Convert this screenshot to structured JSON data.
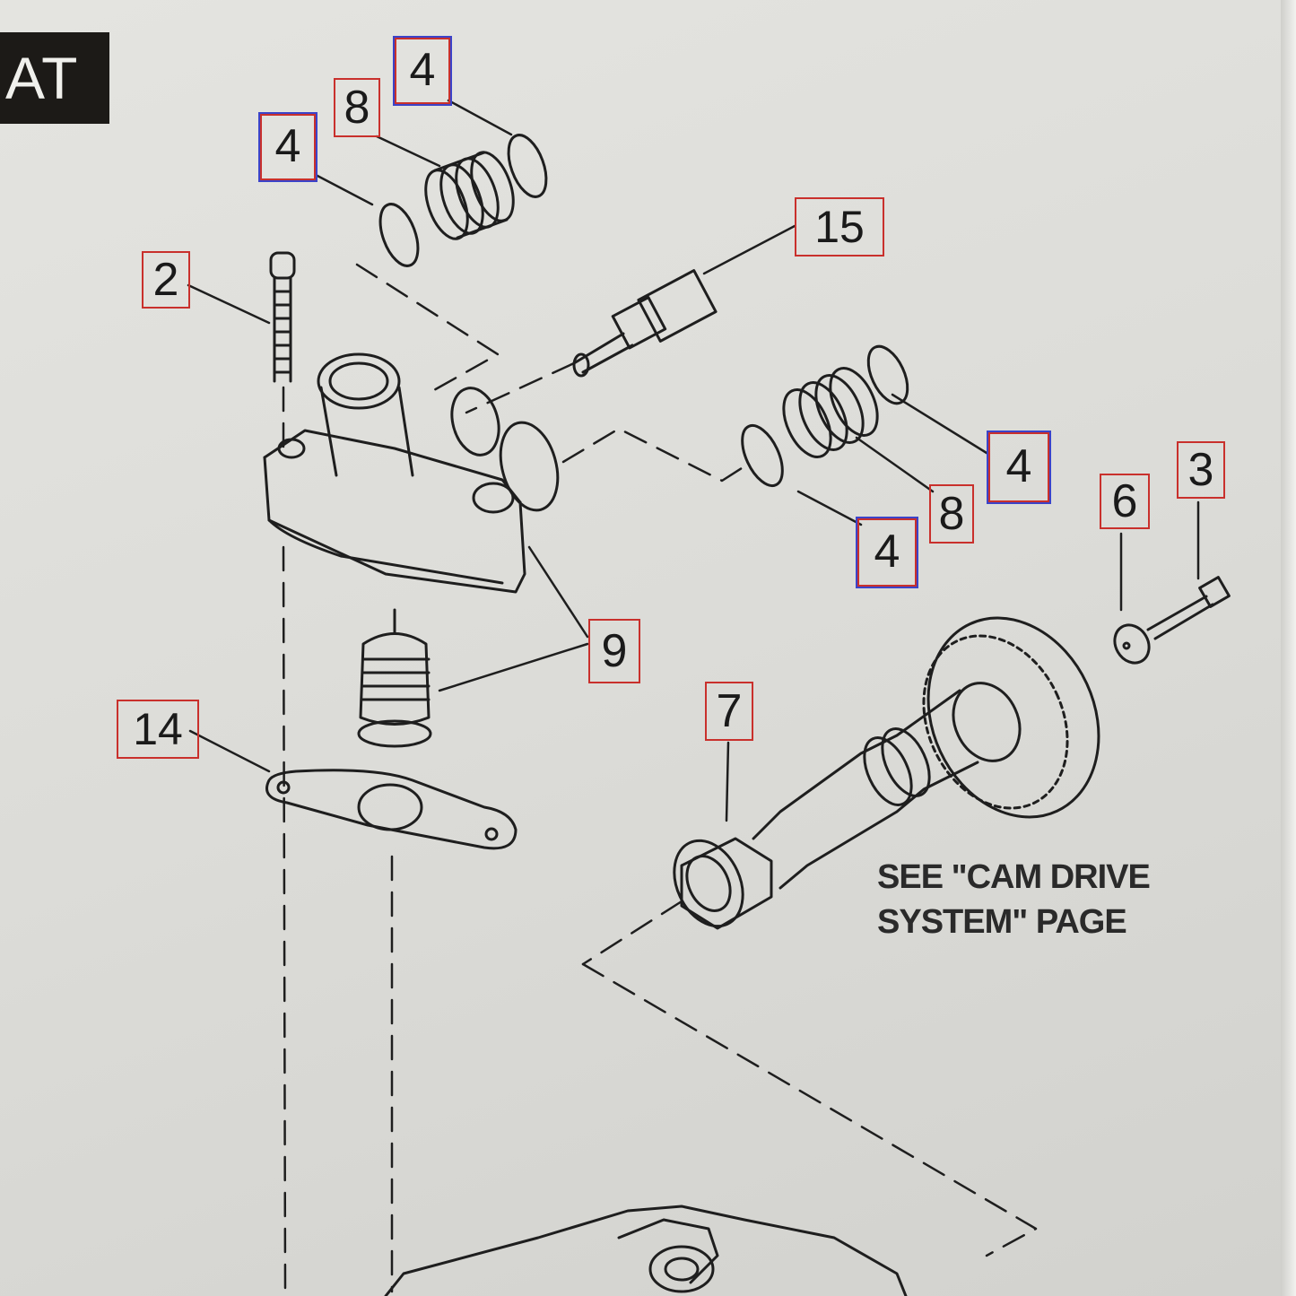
{
  "header": {
    "title_fragment": "AT"
  },
  "callouts": {
    "c4_a": "4",
    "c8_a": "8",
    "c4_b": "4",
    "c15": "15",
    "c2": "2",
    "c4_c": "4",
    "c8_b": "8",
    "c4_d": "4",
    "c6": "6",
    "c3": "3",
    "c9": "9",
    "c7": "7",
    "c14": "14"
  },
  "note": {
    "line1": "SEE \"CAM DRIVE",
    "line2": "SYSTEM\" PAGE"
  },
  "colors": {
    "callout_border_red": "#c9302c",
    "callout_border_blue": "#3b43c9",
    "line_art": "#1e1e1e",
    "screen_background": "#dcdcd8"
  }
}
